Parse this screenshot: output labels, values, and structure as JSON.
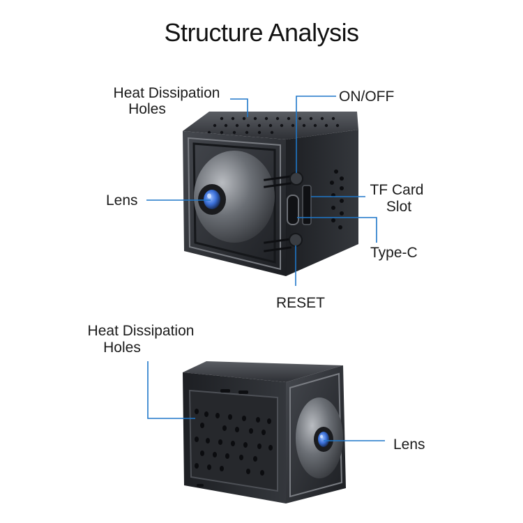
{
  "title": "Structure Analysis",
  "top_view": {
    "labels": {
      "heat_line1": "Heat Dissipation",
      "heat_line2": "Holes",
      "on_off": "ON/OFF",
      "lens": "Lens",
      "tf_line1": "TF Card",
      "tf_line2": "Slot",
      "type_c": "Type-C",
      "reset": "RESET"
    }
  },
  "bottom_view": {
    "labels": {
      "heat_line1": "Heat Dissipation",
      "heat_line2": "Holes",
      "lens": "Lens"
    }
  },
  "colors": {
    "leader": "#1f77c9",
    "body": "#2b2d31",
    "lens_accent": "#3a6fd8"
  }
}
